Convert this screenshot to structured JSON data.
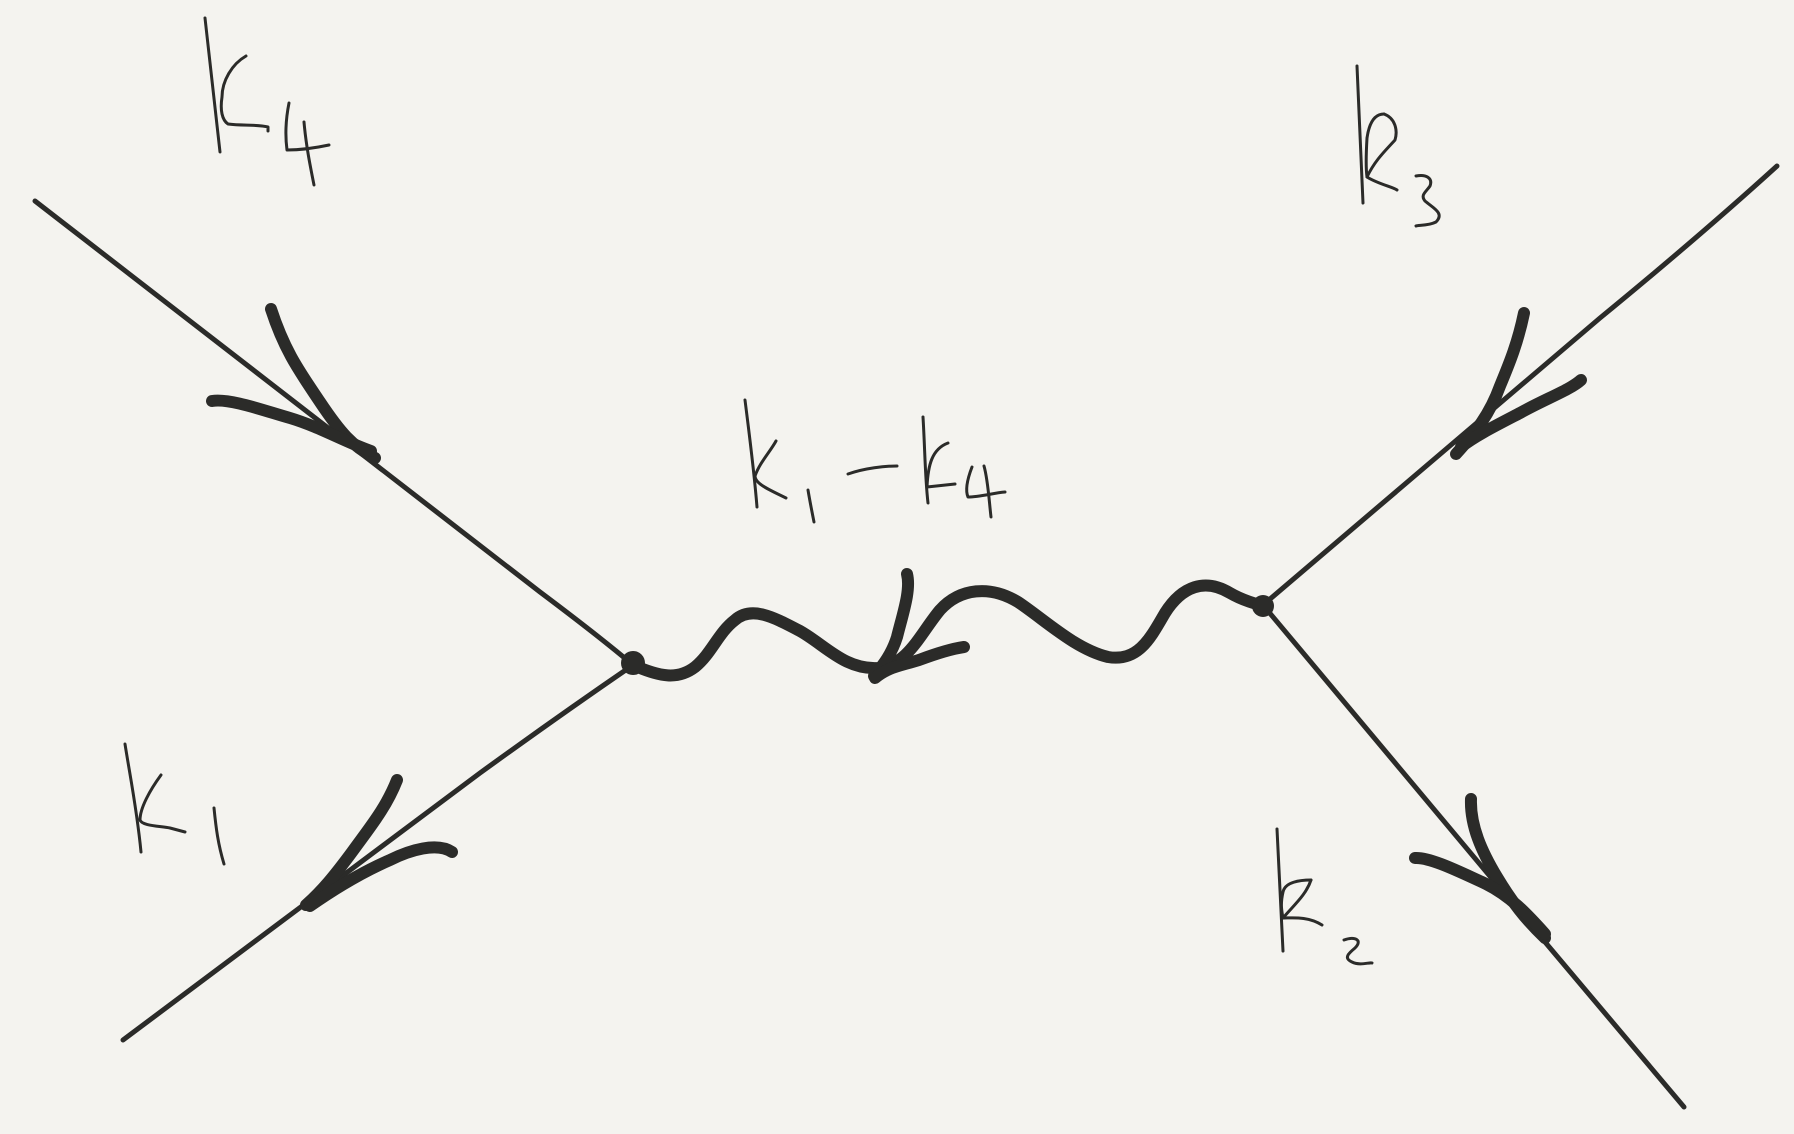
{
  "diagram": {
    "type": "feynman-diagram",
    "background_color": "#f4f3ef",
    "ink_color": "#2b2b29",
    "labels": {
      "k4": "k4",
      "k1": "k1",
      "k3": "k3",
      "k2": "k2",
      "propagator": "k1 − k4"
    },
    "external_legs": [
      {
        "momentum": "k4",
        "arrow": "toward-vertex"
      },
      {
        "momentum": "k1",
        "arrow": "away-from-vertex"
      },
      {
        "momentum": "k3",
        "arrow": "toward-vertex"
      },
      {
        "momentum": "k2",
        "arrow": "away-from-vertex"
      }
    ],
    "internal_line": {
      "style": "wavy",
      "momentum": "k1 − k4",
      "arrow": "toward-left-vertex"
    }
  }
}
